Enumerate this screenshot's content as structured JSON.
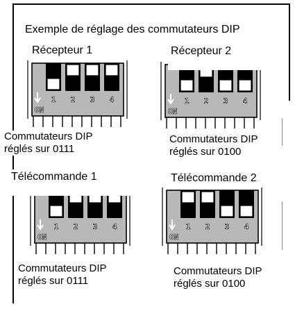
{
  "title": "Exemple de réglage des commutateurs DIP",
  "on_label": "ON",
  "panels": [
    {
      "label": "Récepteur 1",
      "caption_line1": "Commutateurs DIP",
      "caption_line2": "réglés sur 0111",
      "switch_numbers": [
        "1",
        "2",
        "3",
        "4"
      ],
      "bits": [
        0,
        1,
        1,
        1
      ]
    },
    {
      "label": "Récepteur 2",
      "caption_line1": "Commutateurs DIP",
      "caption_line2": "réglés sur 0100",
      "switch_numbers": [
        "1",
        "2",
        "3",
        "4"
      ],
      "bits": [
        0,
        1,
        0,
        0
      ]
    },
    {
      "label": "Télécommande 1",
      "caption_line1": "Commutateurs DIP",
      "caption_line2": "réglés sur 0111",
      "switch_numbers": [
        "1",
        "2",
        "3",
        "4"
      ],
      "bits": [
        0,
        1,
        1,
        1
      ]
    },
    {
      "label": "Télécommande 2",
      "caption_line1": "Commutateurs DIP",
      "caption_line2": "réglés sur 0100",
      "switch_numbers": [
        "1",
        "2",
        "3",
        "4"
      ],
      "bits": [
        1,
        1,
        0,
        0
      ]
    }
  ]
}
